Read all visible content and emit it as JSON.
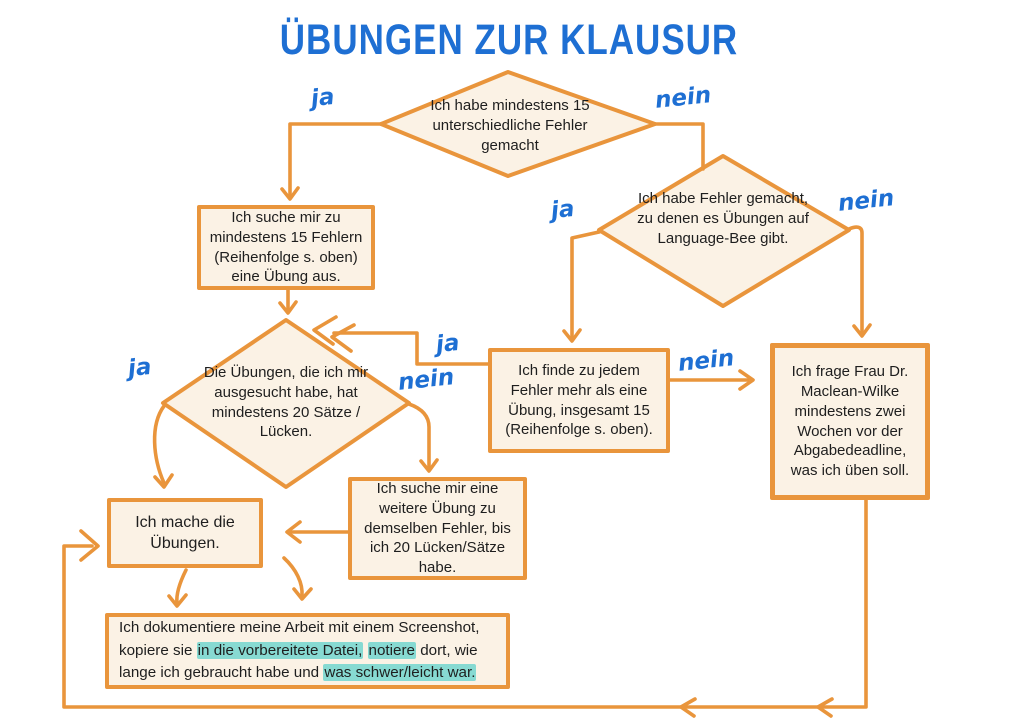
{
  "title": "ÜBUNGEN ZUR KLAUSUR",
  "colors": {
    "accent_orange": "#E9953C",
    "node_fill": "#FBF2E5",
    "label_blue": "#1E6FD3",
    "highlight_teal": "#87DAD2",
    "text": "#1E1E1E"
  },
  "nodes": {
    "decision_15_errors": {
      "shape": "diamond",
      "text": "Ich habe mindestens 15 unterschiedliche Fehler gemacht"
    },
    "pick_exercises": {
      "shape": "rect",
      "text": "Ich suche mir zu mindestens 15 Fehlern (Reihenfolge s. oben) eine Übung aus."
    },
    "decision_languagebee": {
      "shape": "diamond",
      "text": "Ich habe Fehler gemacht, zu denen es Übungen auf Language-Bee gibt."
    },
    "decision_20_sentences": {
      "shape": "diamond",
      "text": "Die Übungen, die ich mir ausgesucht habe, hat mindestens 20 Sätze / Lücken."
    },
    "find_more_exercises": {
      "shape": "rect",
      "text": "Ich finde zu jedem Fehler mehr als eine Übung, insgesamt 15 (Reihenfolge s. oben)."
    },
    "ask_teacher": {
      "shape": "rect",
      "text": "Ich frage Frau Dr. Maclean-Wilke mindestens zwei Wochen vor der Abgabedeadline, was ich üben soll."
    },
    "do_exercises": {
      "shape": "rect",
      "text": "Ich mache die Übungen."
    },
    "another_exercise": {
      "shape": "rect",
      "text": "Ich suche mir eine weitere Übung zu demselben Fehler, bis ich 20 Lücken/Sätze habe."
    },
    "document_work": {
      "shape": "rect",
      "segments": [
        {
          "text": "Ich dokumentiere meine Arbeit mit einem Screenshot, kopiere sie ",
          "highlight": false
        },
        {
          "text": "in die vorbereitete Datei,",
          "highlight": true
        },
        {
          "text": " ",
          "highlight": false
        },
        {
          "text": "notiere",
          "highlight": true
        },
        {
          "text": " dort, wie lange ich gebraucht habe und ",
          "highlight": false
        },
        {
          "text": "was schwer/leicht war.",
          "highlight": true
        }
      ]
    }
  },
  "edges": {
    "errors_ja": {
      "from": "decision_15_errors",
      "to": "pick_exercises",
      "label": "ja"
    },
    "errors_nein": {
      "from": "decision_15_errors",
      "to": "decision_languagebee",
      "label": "nein"
    },
    "pick_to_20": {
      "from": "pick_exercises",
      "to": "decision_20_sentences",
      "label": ""
    },
    "languagebee_ja": {
      "from": "decision_languagebee",
      "to": "find_more_exercises",
      "label": "ja"
    },
    "languagebee_nein": {
      "from": "decision_languagebee",
      "to": "ask_teacher",
      "label": "nein"
    },
    "find_ja": {
      "from": "find_more_exercises",
      "to": "decision_20_sentences",
      "label": "ja"
    },
    "find_nein": {
      "from": "find_more_exercises",
      "to": "ask_teacher",
      "label": "nein"
    },
    "sentences_ja": {
      "from": "decision_20_sentences",
      "to": "do_exercises",
      "label": "ja"
    },
    "sentences_nein": {
      "from": "decision_20_sentences",
      "to": "another_exercise",
      "label": "nein"
    },
    "another_to_do": {
      "from": "another_exercise",
      "to": "do_exercises",
      "label": ""
    },
    "do_to_document": {
      "from": "do_exercises",
      "to": "document_work",
      "label": ""
    },
    "another_to_document": {
      "from": "another_exercise",
      "to": "document_work",
      "label": ""
    },
    "teacher_loop": {
      "from": "ask_teacher",
      "to": "do_exercises",
      "label": ""
    }
  }
}
